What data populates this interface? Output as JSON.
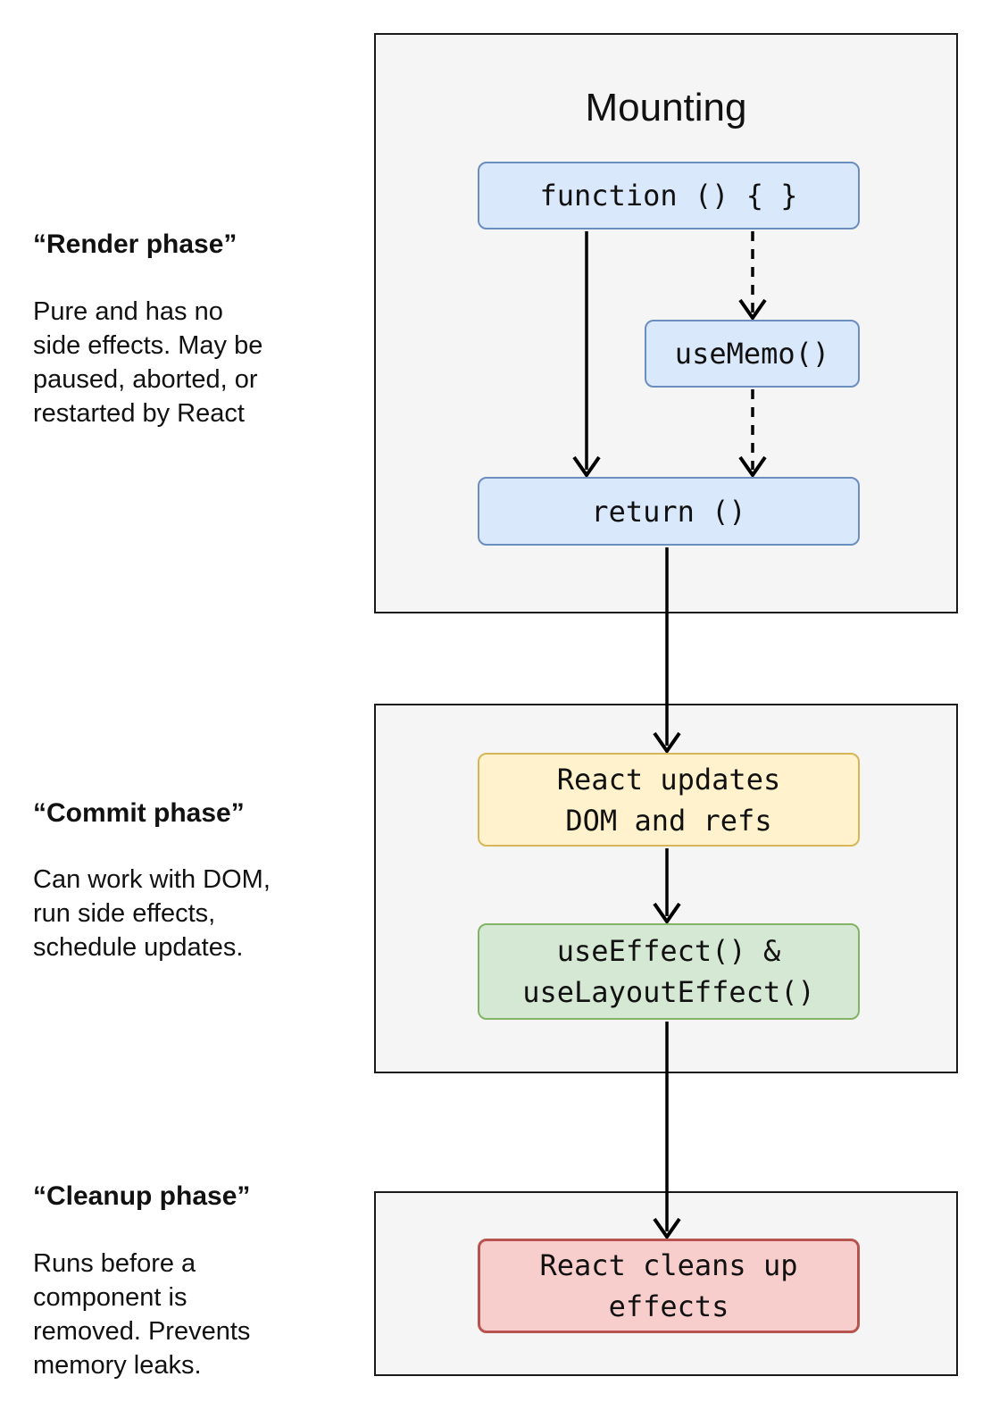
{
  "annotations": {
    "render": {
      "heading": "“Render phase”",
      "description": "Pure and has no\nside effects. May be\npaused, aborted, or\nrestarted by React"
    },
    "commit": {
      "heading": "“Commit phase”",
      "description": "Can work with DOM,\nrun side effects,\nschedule updates."
    },
    "cleanup": {
      "heading": "“Cleanup phase”",
      "description": "Runs before a\ncomponent is\nremoved. Prevents\nmemory leaks."
    }
  },
  "diagram": {
    "title": "Mounting",
    "nodes": {
      "function_call": {
        "label": "function () { }",
        "fill": "#dae8fc",
        "stroke": "#6c8ebf"
      },
      "use_memo": {
        "label": "useMemo()",
        "fill": "#dae8fc",
        "stroke": "#6c8ebf"
      },
      "return_call": {
        "label": "return ()",
        "fill": "#dae8fc",
        "stroke": "#6c8ebf"
      },
      "react_updates": {
        "label": "React updates\nDOM and refs",
        "fill": "#fff2cc",
        "stroke": "#d6b656"
      },
      "effects": {
        "label": "useEffect() &\nuseLayoutEffect()",
        "fill": "#d5e8d4",
        "stroke": "#82b366"
      },
      "react_cleans": {
        "label": "React cleans up\neffects",
        "fill": "#f8cecc",
        "stroke": "#b85450"
      }
    },
    "connections": [
      {
        "from": "function_call",
        "to": "return_call",
        "style": "solid"
      },
      {
        "from": "function_call",
        "to": "use_memo",
        "style": "dashed"
      },
      {
        "from": "use_memo",
        "to": "return_call",
        "style": "dashed"
      },
      {
        "from": "return_call",
        "to": "react_updates",
        "style": "solid"
      },
      {
        "from": "react_updates",
        "to": "effects",
        "style": "solid"
      },
      {
        "from": "effects",
        "to": "react_cleans",
        "style": "solid"
      }
    ],
    "colors": {
      "panel_fill": "#f5f5f5",
      "panel_stroke": "#1a1a1a",
      "arrow": "#000000"
    }
  }
}
